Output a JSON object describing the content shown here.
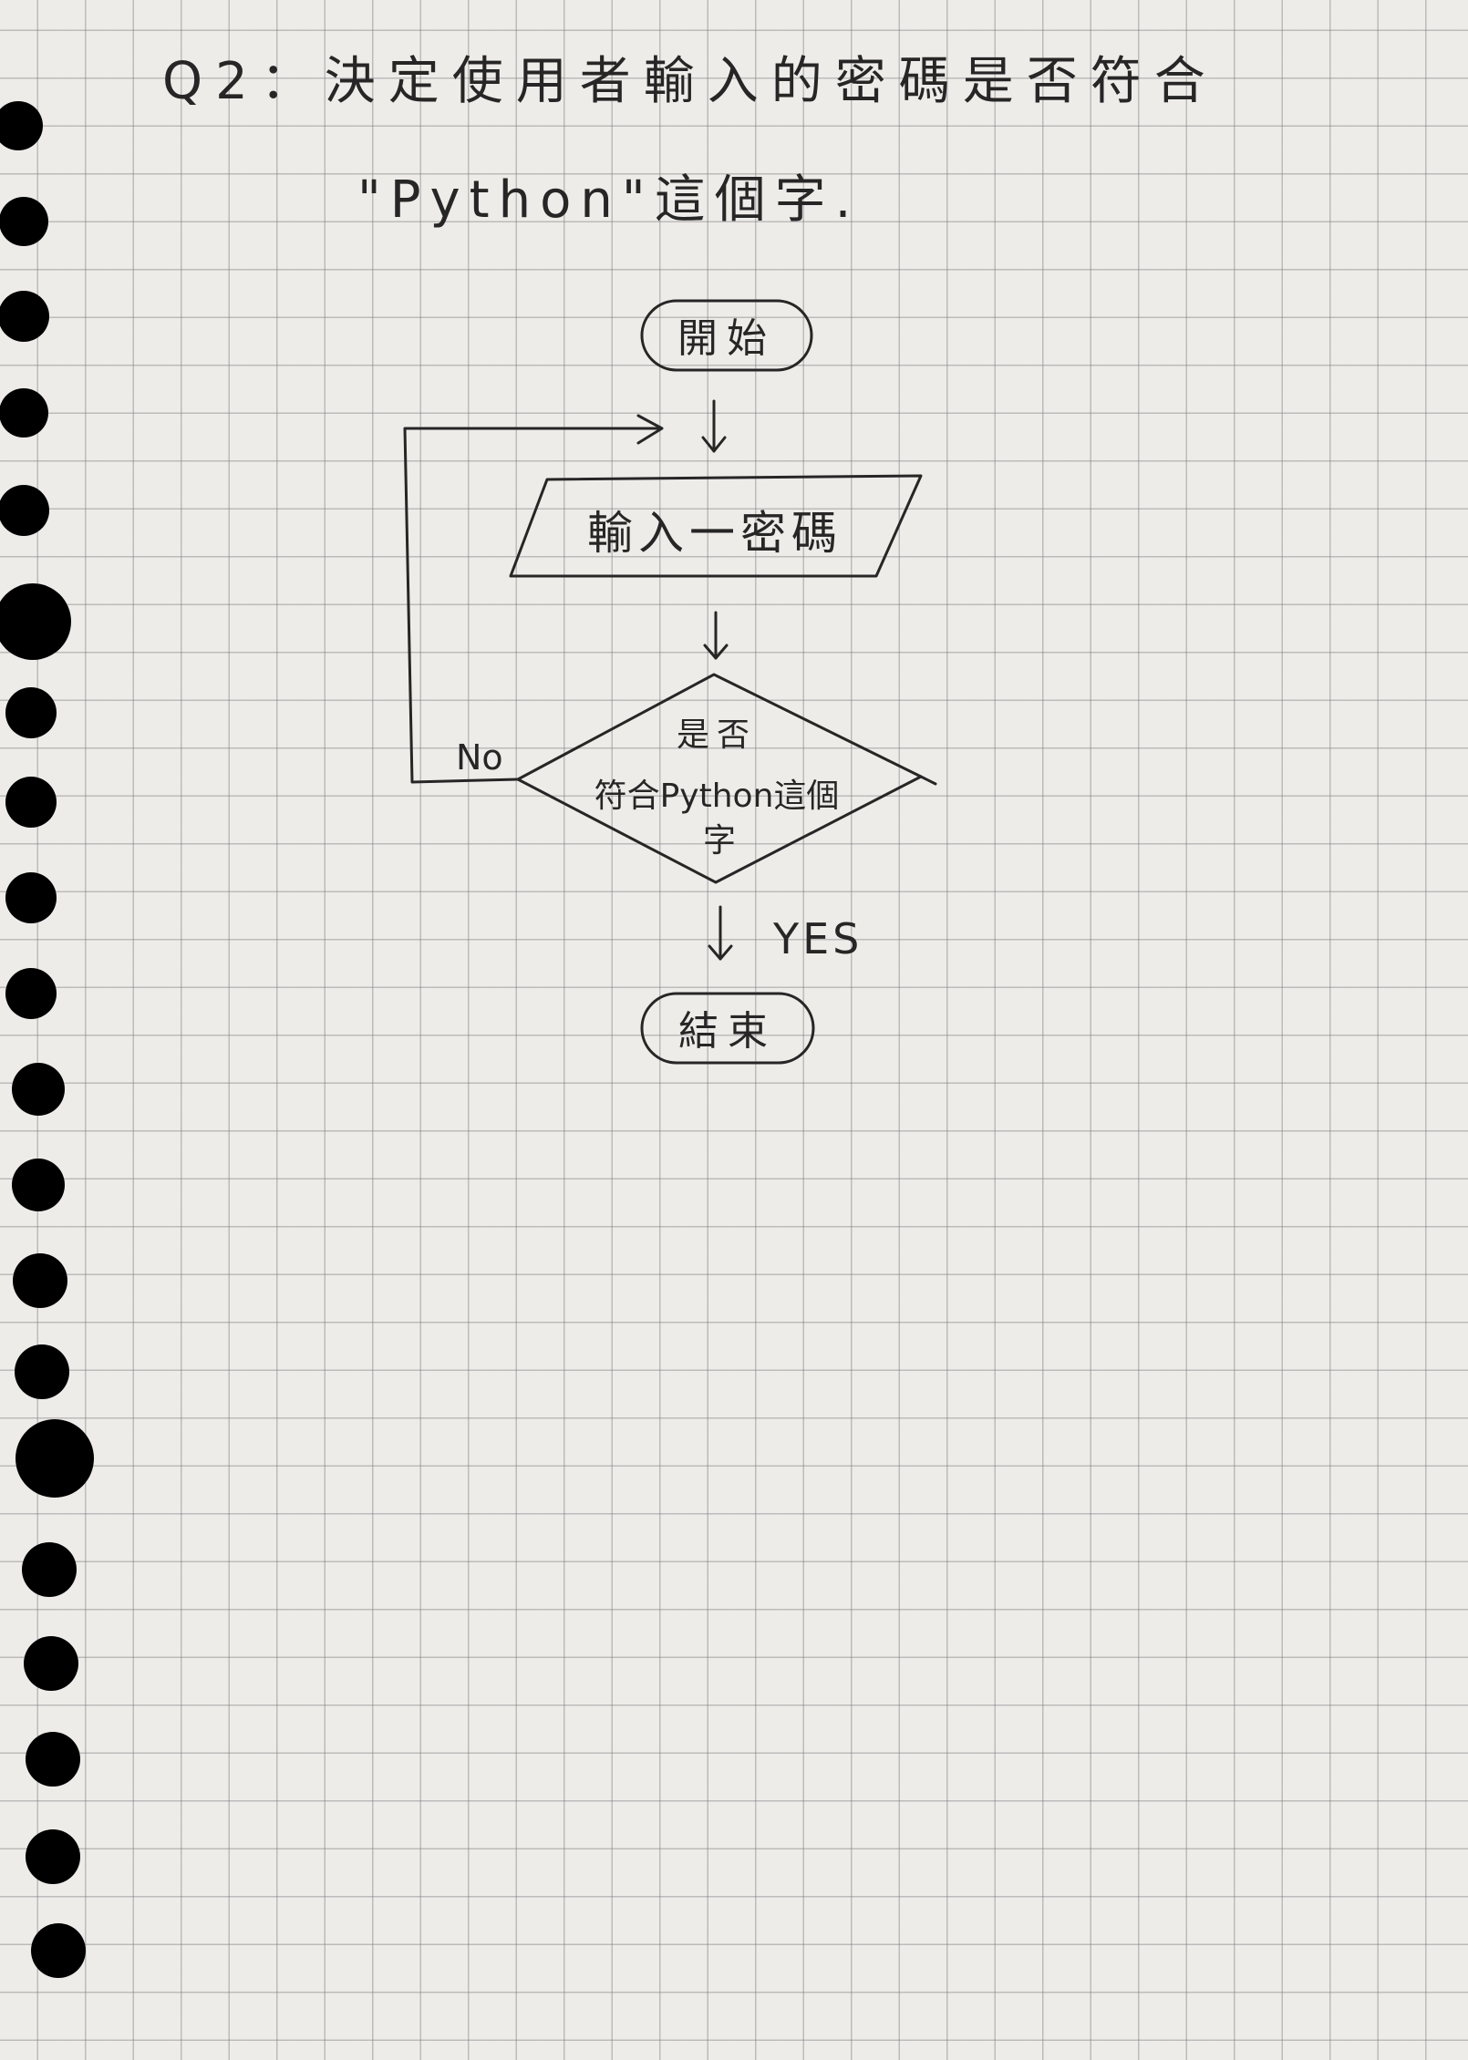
{
  "question": {
    "line1": "Q2：決定使用者輸入的密碼是否符合",
    "line2": "\"Python\"這個字."
  },
  "flowchart": {
    "start": "開始",
    "input": "輸入一密碼",
    "decision": [
      "是否",
      "符合Python這個",
      "字"
    ],
    "no_label": "No",
    "yes_label": "YES",
    "end": "結束"
  },
  "colors": {
    "paper": "#eeece8",
    "grid": "#8a8a8f",
    "ink": "#262626",
    "hole": "#000000"
  }
}
